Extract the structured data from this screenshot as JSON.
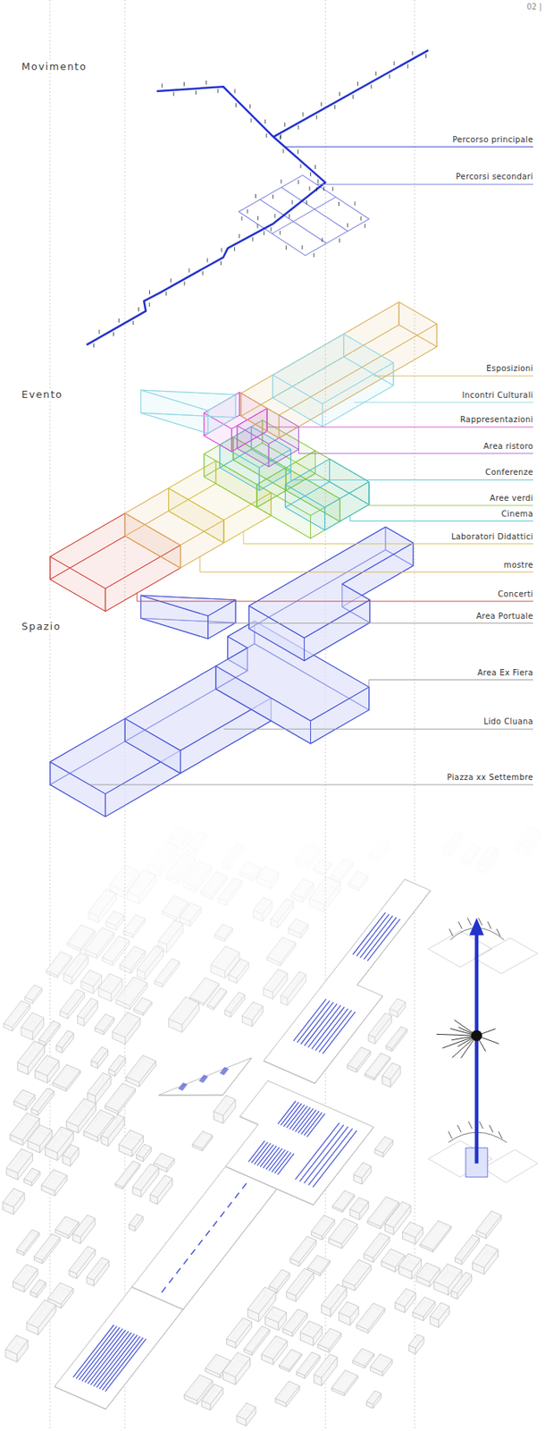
{
  "diagram": {
    "labels": [
      "02 |",
      "Movimento",
      "Percorso principale",
      "Percorsi secondari",
      "Evento",
      "Esposizioni",
      "Incontri Culturali",
      "Rappresentazioni",
      "Area ristoro",
      "Conferenze",
      "Aree verdi",
      "Cinema",
      "Laboratori Didattici",
      "mostre",
      "Concerti",
      "Spazio",
      "Area Portuale",
      "Area Ex Fiera",
      "Lido Cluana",
      "Piazza xx Settembre"
    ]
  }
}
